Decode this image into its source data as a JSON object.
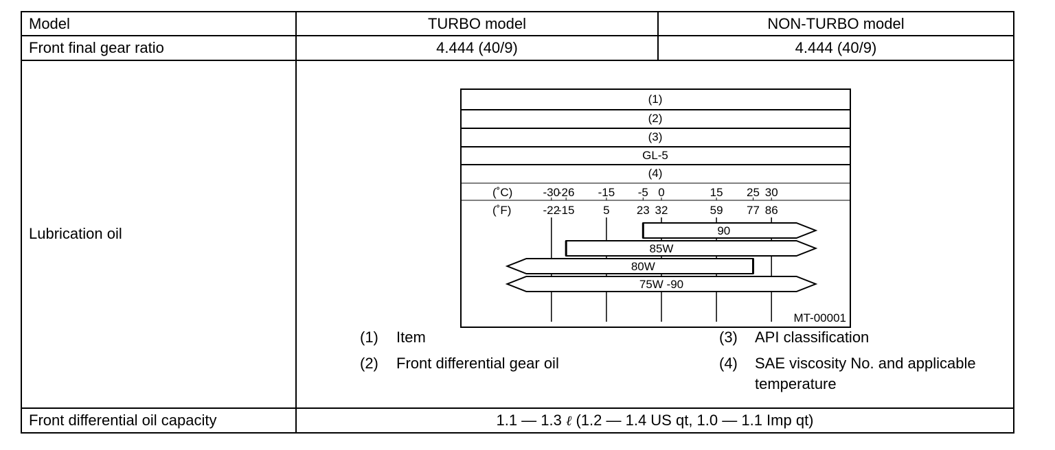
{
  "table": {
    "header": {
      "label": "Model",
      "turbo": "TURBO model",
      "nonturbo": "NON-TURBO model"
    },
    "gear_ratio": {
      "label": "Front final gear ratio",
      "turbo": "4.444 (40/9)",
      "nonturbo": "4.444 (40/9)"
    },
    "lubrication": {
      "label": "Lubrication oil",
      "diagram": {
        "rows": [
          "(1)",
          "(2)",
          "(3)",
          "GL-5",
          "(4)"
        ],
        "celsius_unit": "(˚C)",
        "fahrenheit_unit": "(˚F)",
        "celsius_ticks": [
          "-30",
          "-26",
          "-15",
          "-5",
          "0",
          "15",
          "25",
          "30"
        ],
        "fahrenheit_ticks": [
          "-22",
          "-15",
          "5",
          "23",
          "32",
          "59",
          "77",
          "86"
        ],
        "bars": [
          {
            "label": "90",
            "from_c": -5,
            "to_c": 30,
            "left_arrow": false,
            "right_arrow": true
          },
          {
            "label": "85W",
            "from_c": -26,
            "to_c": 30,
            "left_arrow": false,
            "right_arrow": true
          },
          {
            "label": "80W",
            "from_c": -30,
            "to_c": 25,
            "left_arrow": true,
            "right_arrow": false
          },
          {
            "label": "75W -90",
            "from_c": -30,
            "to_c": 30,
            "left_arrow": true,
            "right_arrow": true
          }
        ],
        "figure_code": "MT-00001"
      },
      "legend": [
        {
          "num": "(1)",
          "text": "Item"
        },
        {
          "num": "(2)",
          "text": "Front differential gear oil"
        },
        {
          "num": "(3)",
          "text": "API classification"
        },
        {
          "num": "(4)",
          "text": "SAE viscosity No. and applicable temperature"
        }
      ]
    },
    "capacity": {
      "label": "Front differential oil capacity",
      "range_a": "1.1 — 1.3",
      "liter_symbol": "ℓ",
      "range_b": "(1.2 — 1.4 US qt, 1.0 — 1.1 Imp qt)"
    }
  }
}
